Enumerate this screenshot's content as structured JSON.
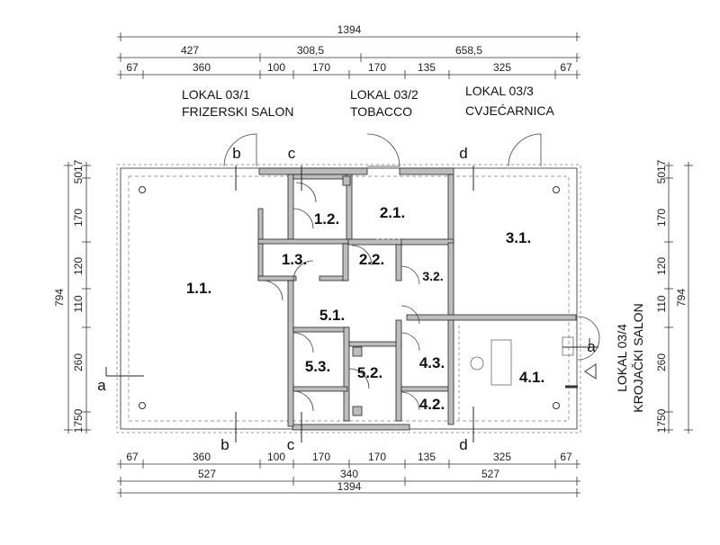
{
  "dimensions": {
    "top_overall": "1394",
    "top_mid": [
      "427",
      "308,5",
      "658,5"
    ],
    "top_detail": [
      "67",
      "360",
      "100",
      "170",
      "170",
      "135",
      "325",
      "67"
    ],
    "bottom_detail": [
      "67",
      "360",
      "100",
      "170",
      "170",
      "135",
      "325",
      "67"
    ],
    "bottom_mid": [
      "527",
      "340",
      "527"
    ],
    "bottom_overall": "1394",
    "left_detail": [
      "5017",
      "170",
      "120",
      "110",
      "260",
      "1750"
    ],
    "left_overall": "794",
    "right_detail": [
      "5017",
      "170",
      "120",
      "110",
      "260",
      "1750"
    ],
    "right_overall": "794"
  },
  "units": {
    "u1_line1": "LOKAL 03/1",
    "u1_line2": "FRIZERSKI SALON",
    "u2_line1": "LOKAL 03/2",
    "u2_line2": "TOBACCO",
    "u3_line1": "LOKAL 03/3",
    "u3_line2": "CVJEĆARNICA",
    "u4_line1": "LOKAL 03/4",
    "u4_line2": "KROJAČKI SALON"
  },
  "rooms": {
    "r11": "1.1.",
    "r12": "1.2.",
    "r13": "1.3.",
    "r21": "2.1.",
    "r22": "2.2.",
    "r31": "3.1.",
    "r32": "3.2.",
    "r41": "4.1.",
    "r42": "4.2.",
    "r43": "4.3.",
    "r51": "5.1.",
    "r52": "5.2.",
    "r53": "5.3."
  },
  "sections": {
    "a": "a",
    "b": "b",
    "c": "c",
    "d": "d"
  }
}
